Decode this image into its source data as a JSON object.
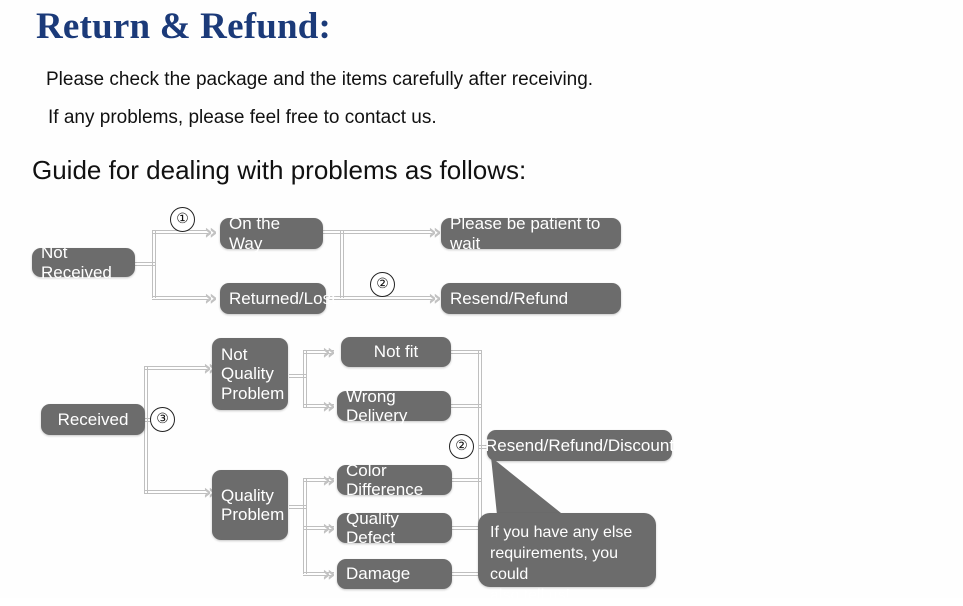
{
  "header": {
    "title": "Return & Refund:",
    "line1": "Please check the package and the items carefully after receiving.",
    "line2": "If any problems, please feel free to contact us.",
    "subtitle": "Guide for dealing with problems as follows:"
  },
  "colors": {
    "title": "#1b3a79",
    "node_fill": "#6c6c6c",
    "node_text": "#ffffff",
    "connector": "#bfbfbf",
    "arrowhead": "#c2c2c2",
    "background": "#ffffff",
    "body_text": "#111111"
  },
  "flow": {
    "markers": [
      {
        "label": "①",
        "name": "step-marker-1"
      },
      {
        "label": "②",
        "name": "step-marker-2-top"
      },
      {
        "label": "③",
        "name": "step-marker-3"
      },
      {
        "label": "②",
        "name": "step-marker-2-bottom"
      }
    ],
    "nodes": [
      {
        "id": "not-received",
        "label": "Not Received"
      },
      {
        "id": "on-the-way",
        "label": "On the Way"
      },
      {
        "id": "returned-lost",
        "label": "Returned/Lost"
      },
      {
        "id": "please-be-patient",
        "label": "Please be patient to wait"
      },
      {
        "id": "resend-refund",
        "label": "Resend/Refund"
      },
      {
        "id": "received",
        "label": "Received"
      },
      {
        "id": "not-quality-problem",
        "label": "Not\nQuality\nProblem"
      },
      {
        "id": "quality-problem",
        "label": "Quality\nProblem"
      },
      {
        "id": "not-fit",
        "label": "Not fit"
      },
      {
        "id": "wrong-delivery",
        "label": "Wrong Delivery"
      },
      {
        "id": "color-difference",
        "label": "Color Difference"
      },
      {
        "id": "quality-defect",
        "label": "Quality Defect"
      },
      {
        "id": "damage",
        "label": "Damage"
      },
      {
        "id": "resend-refund-discount",
        "label": "Resend/Refund/Discount"
      }
    ],
    "callout": {
      "id": "extra-requirements-callout",
      "text": "If you have any else\nrequirements, you could\nalso tell us!"
    },
    "arrowhead_glyph": "»"
  }
}
